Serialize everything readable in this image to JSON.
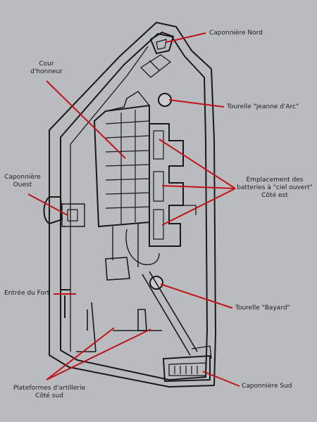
{
  "labels": {
    "caponniere_nord": "Caponnière Nord",
    "cour_honneur": "Cour\nd'honneur",
    "tourelle_jeanne": "Tourelle \"Jeanne d'Arc\"",
    "caponniere_ouest": "Caponnière\nOuest",
    "batteries_est": "Emplacement des\nbatteries à \"ciel ouvert\"\nCôté est",
    "entree_fort": "Entrée du Fort",
    "tourelle_bayard": "Tourelle \"Bayard\"",
    "caponniere_sud": "Caponnière Sud",
    "plateformes_sud": "Plateformes d'artillerie\nCôté sud"
  },
  "colors": {
    "background": "#b9bbbe",
    "plan_lines": "#1a1a1a",
    "pointer_lines": "#c0141c"
  }
}
